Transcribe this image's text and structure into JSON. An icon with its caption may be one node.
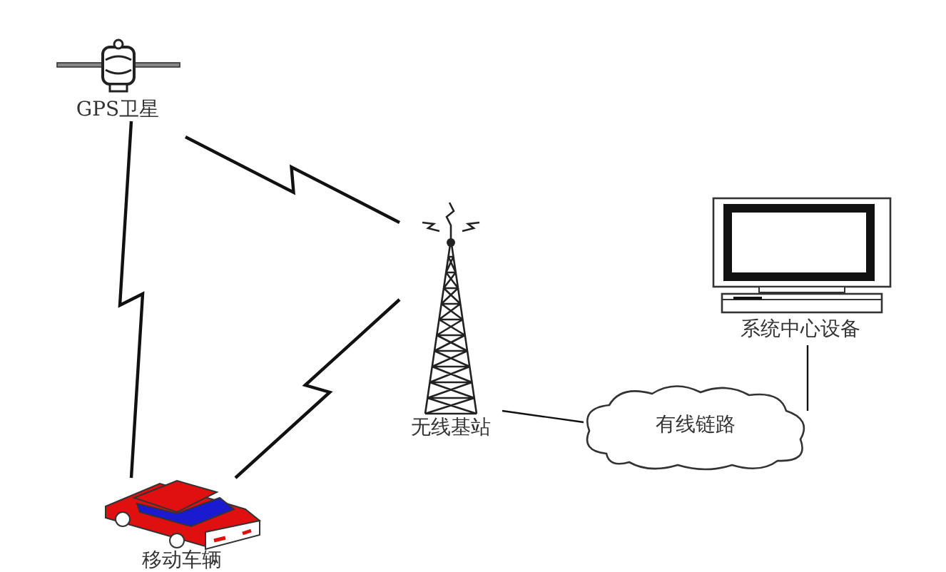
{
  "diagram": {
    "nodes": [
      {
        "text": [
          "GPS卫星"
        ]
      },
      {
        "text": [
          "无线基站"
        ]
      },
      {
        "text": [
          "有线链路"
        ]
      },
      {
        "text": [
          "系统中心设备"
        ]
      },
      {
        "text": [
          "移动车辆"
        ]
      }
    ],
    "edges": [
      {
        "from": 0,
        "to": 4,
        "arrow": "none"
      },
      {
        "from": 0,
        "to": 1,
        "arrow": "none"
      },
      {
        "from": 4,
        "to": 1,
        "arrow": "none"
      },
      {
        "from": 1,
        "to": 2,
        "arrow": "none"
      },
      {
        "from": 2,
        "to": 3,
        "arrow": "none"
      }
    ]
  }
}
